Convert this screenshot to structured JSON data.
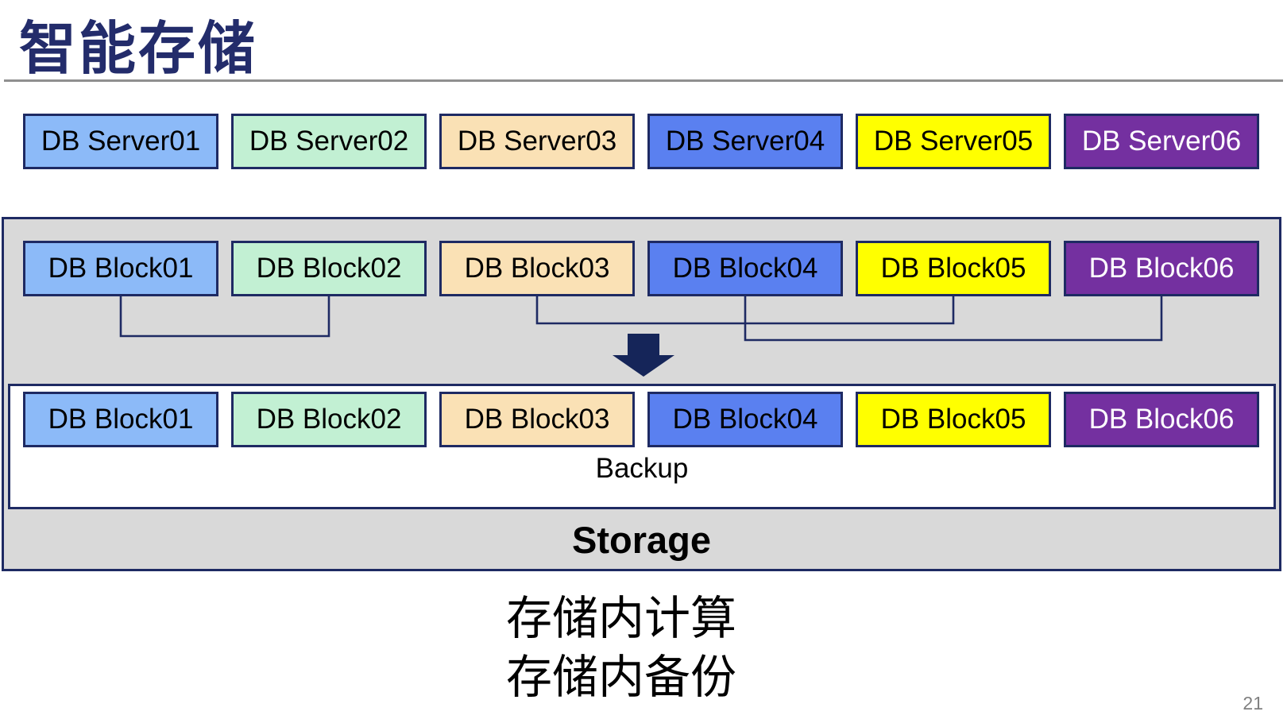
{
  "slide_title": "智能存储",
  "page_number": "21",
  "colors": {
    "navy": "#1E2A63",
    "title_navy": "#232C6B",
    "container_gray": "#D9D9D9",
    "divider_gray": "#8F8F8F",
    "page_number_gray": "#808080",
    "palette": [
      "#8CBAF8",
      "#C2F0D3",
      "#FAE1B5",
      "#5A80F0",
      "#FFFF00",
      "#7430A0"
    ]
  },
  "db_servers": [
    {
      "label": "DB Server01",
      "fill": "#8CBAF8",
      "text": "#000000"
    },
    {
      "label": "DB Server02",
      "fill": "#C2F0D3",
      "text": "#000000"
    },
    {
      "label": "DB Server03",
      "fill": "#FAE1B5",
      "text": "#000000"
    },
    {
      "label": "DB Server04",
      "fill": "#5A80F0",
      "text": "#000000"
    },
    {
      "label": "DB Server05",
      "fill": "#FFFF00",
      "text": "#000000"
    },
    {
      "label": "DB Server06",
      "fill": "#7430A0",
      "text": "#FFFFFF"
    }
  ],
  "storage_box": {
    "storage_label": "Storage",
    "backup_label": "Backup",
    "db_blocks_top": [
      {
        "label": "DB Block01",
        "fill": "#8CBAF8",
        "text": "#000000"
      },
      {
        "label": "DB Block02",
        "fill": "#C2F0D3",
        "text": "#000000"
      },
      {
        "label": "DB Block03",
        "fill": "#FAE1B5",
        "text": "#000000"
      },
      {
        "label": "DB Block04",
        "fill": "#5A80F0",
        "text": "#000000"
      },
      {
        "label": "DB Block05",
        "fill": "#FFFF00",
        "text": "#000000"
      },
      {
        "label": "DB Block06",
        "fill": "#7430A0",
        "text": "#FFFFFF"
      }
    ],
    "db_blocks_bottom": [
      {
        "label": "DB Block01",
        "fill": "#8CBAF8",
        "text": "#000000"
      },
      {
        "label": "DB Block02",
        "fill": "#C2F0D3",
        "text": "#000000"
      },
      {
        "label": "DB Block03",
        "fill": "#FAE1B5",
        "text": "#000000"
      },
      {
        "label": "DB Block04",
        "fill": "#5A80F0",
        "text": "#000000"
      },
      {
        "label": "DB Block05",
        "fill": "#FFFF00",
        "text": "#000000"
      },
      {
        "label": "DB Block06",
        "fill": "#7430A0",
        "text": "#FFFFFF"
      }
    ],
    "connections": [
      {
        "from": "DB Block01",
        "to": "DB Block02"
      },
      {
        "from": "DB Block03",
        "to": "DB Block05"
      },
      {
        "from": "DB Block04",
        "to": "DB Block06"
      }
    ]
  },
  "caption": {
    "line1": "存储内计算",
    "line2": "存储内备份"
  }
}
